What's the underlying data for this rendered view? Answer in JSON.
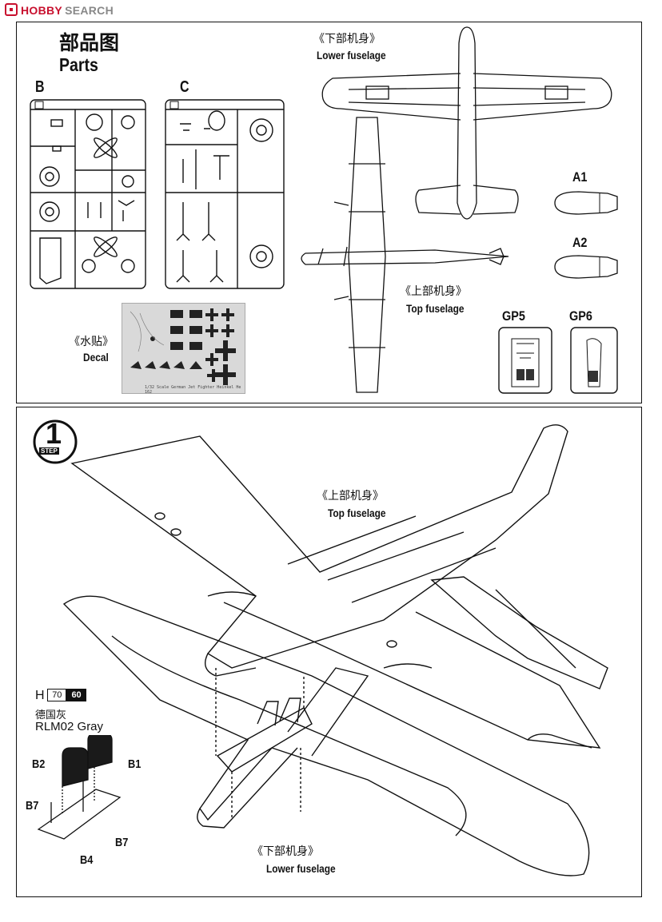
{
  "brand": {
    "name": "HOBBY",
    "suffix": "SEARCH"
  },
  "parts_panel": {
    "title_cn": "部品图",
    "title_en": "Parts",
    "sprues": [
      {
        "letter": "B"
      },
      {
        "letter": "C"
      }
    ],
    "decal": {
      "label_cn": "《水贴》",
      "label_en": "Decal",
      "sheet_footer": "1/32 Scale  German Jet Fighter Heinkel He 162"
    },
    "lower_fuselage": {
      "label_cn": "《下部机身》",
      "label_en": "Lower fuselage"
    },
    "top_fuselage": {
      "label_cn": "《上部机身》",
      "label_en": "Top fuselage"
    },
    "parts": [
      "A1",
      "A2",
      "GP5",
      "GP6"
    ]
  },
  "step_panel": {
    "step": {
      "number": "1",
      "label": "STEP"
    },
    "top_fuselage": {
      "label_cn": "《上部机身》",
      "label_en": "Top fuselage"
    },
    "lower_fuselage": {
      "label_cn": "《下部机身》",
      "label_en": "Lower fuselage"
    },
    "paint": {
      "prefix": "H",
      "code1": "70",
      "code2": "60",
      "name_cn": "德国灰",
      "name_en": "RLM02 Gray"
    },
    "callouts": [
      "B2",
      "B1",
      "B7",
      "B7",
      "B4"
    ]
  },
  "colors": {
    "ink": "#111111",
    "brand": "#c8102e",
    "decal_bg": "#d9d9d9"
  }
}
